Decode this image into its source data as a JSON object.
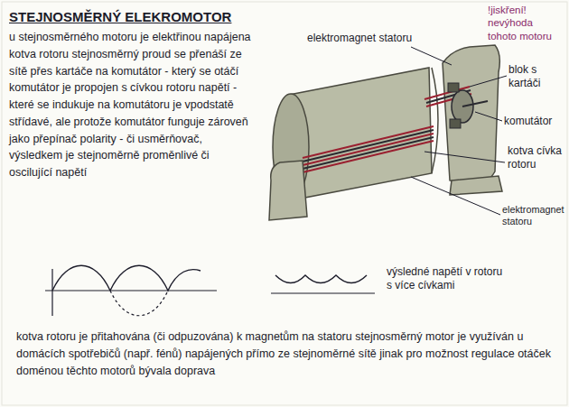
{
  "diagram": {
    "title": "STEJNOSMĚRNÝ ELEKROMOTOR",
    "labels": [
      "u stejnosměrného motoru je elektřinou napájena kotva rotoru stejnosměrný proud se přenáší ze sítě přes kartáče na komutátor - který se otáčí komutátor je propojen s cívkou rotoru napětí - které se indukuje na komutátoru je vpodstatě střídavé, ale protože komutátor funguje zároveň jako přepínač polarity - či usměrňovač, výsledkem je stejnoměrně proměnlivé či oscilující napětí",
      "!jiskření! nevýhoda tohoto motoru",
      "elektromagnet statoru",
      "blok s kartáči",
      "komutátor",
      "kotva cívka rotoru",
      "elektromagnet statoru",
      "výsledné napětí v rotoru s více cívkami",
      "kotva rotoru je přitahována (či odpuzována) k magnetům na statoru stejnosměrný motor je využíván u domácích spotřebičů (např. fénů) napájených přímo ze stejnoměrné sítě jinak pro možnost regulace otáček doménou těchto motorů bývala doprava"
    ]
  }
}
